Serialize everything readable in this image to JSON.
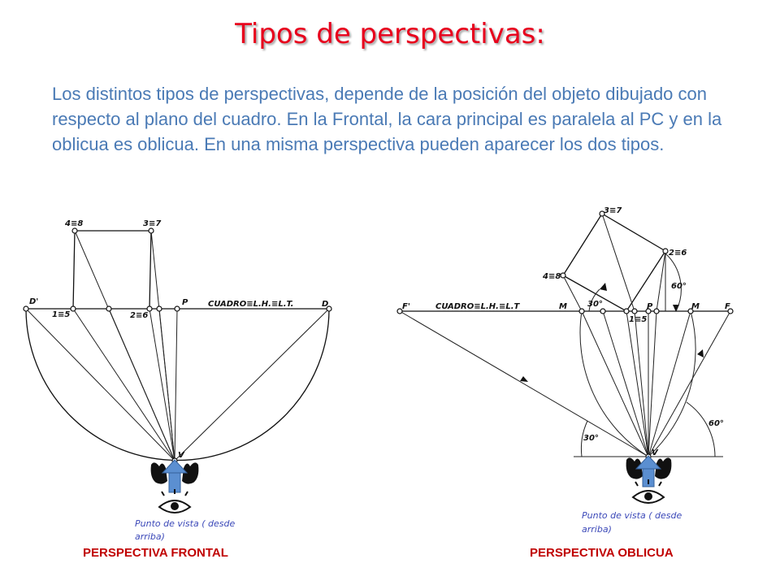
{
  "title": "Tipos de perspectivas:",
  "intro": "Los distintos tipos de perspectivas, depende de la posición del objeto dibujado con respecto al plano del cuadro. En la Frontal, la cara principal es paralela al PC y en la oblicua es oblicua. En una misma perspectiva pueden aparecer los dos tipos.",
  "frontal": {
    "labels": {
      "p48": "4≡8",
      "p37": "3≡7",
      "d_prime": "D'",
      "p15": "1≡5",
      "p26": "2≡6",
      "p": "P",
      "cuadro": "CUADRO≡L.H.≡L.T.",
      "d": "D",
      "v": "V"
    },
    "viewpoint_line1": "Punto de vista ( desde",
    "viewpoint_line2": "arriba)",
    "caption": "PERSPECTIVA FRONTAL"
  },
  "oblicua": {
    "labels": {
      "p37": "3≡7",
      "p26": "2≡6",
      "p48": "4≡8",
      "f_prime": "F'",
      "cuadro": "CUADRO≡L.H.≡L.T",
      "m1": "M",
      "p": "P",
      "m2": "M",
      "f": "F",
      "p15": "1≡5",
      "a30_top": "30°",
      "a60_top": "60°",
      "a30_bottom": "30°",
      "a60_bottom": "60°",
      "v": "V"
    },
    "viewpoint_line1": "Punto de vista ( desde",
    "viewpoint_line2": "arriba)",
    "caption": "PERSPECTIVA OBLICUA"
  },
  "colors": {
    "title": "#e8001c",
    "intro": "#4a7ab5",
    "caption": "#c00000",
    "arrow": "#5b8fd1",
    "viewpoint": "#3b48b8"
  },
  "icons": [
    "eye-icon",
    "hands-icon",
    "arrow-up-icon"
  ]
}
